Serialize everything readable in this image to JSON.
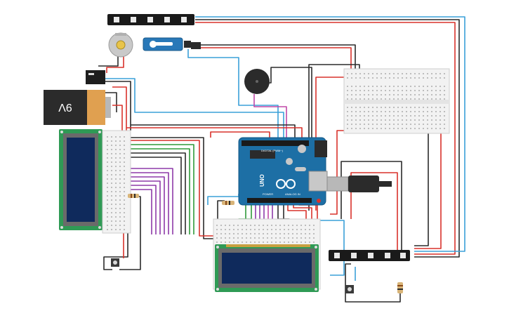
{
  "battery": {
    "label": "9V"
  },
  "arduino": {
    "model": "UNO",
    "header_digital": "DIGITAL (PWM~)",
    "header_power": "POWER",
    "header_analog": "ANALOG IN"
  },
  "colors": {
    "wire_red": "#d9322b",
    "wire_black": "#2b2b2b",
    "wire_blue": "#3aa0d8",
    "wire_purple": "#8e3aa8",
    "wire_green": "#2f9a3a",
    "wire_pink": "#c048a8",
    "board_blue": "#1d6fa5",
    "lcd_green": "#2f9a55",
    "lcd_screen": "#0f2a5c"
  },
  "components": [
    {
      "name": "led-strip-top"
    },
    {
      "name": "dc-motor"
    },
    {
      "name": "servo"
    },
    {
      "name": "relay"
    },
    {
      "name": "battery-9v"
    },
    {
      "name": "piezo-buzzer"
    },
    {
      "name": "breadboard-top-right"
    },
    {
      "name": "lcd-left"
    },
    {
      "name": "breadboard-left"
    },
    {
      "name": "arduino-uno"
    },
    {
      "name": "usb-cable"
    },
    {
      "name": "breadboard-center"
    },
    {
      "name": "lcd-center"
    },
    {
      "name": "led-strip-bottom"
    },
    {
      "name": "pushbutton-left"
    },
    {
      "name": "pushbutton-right"
    }
  ]
}
